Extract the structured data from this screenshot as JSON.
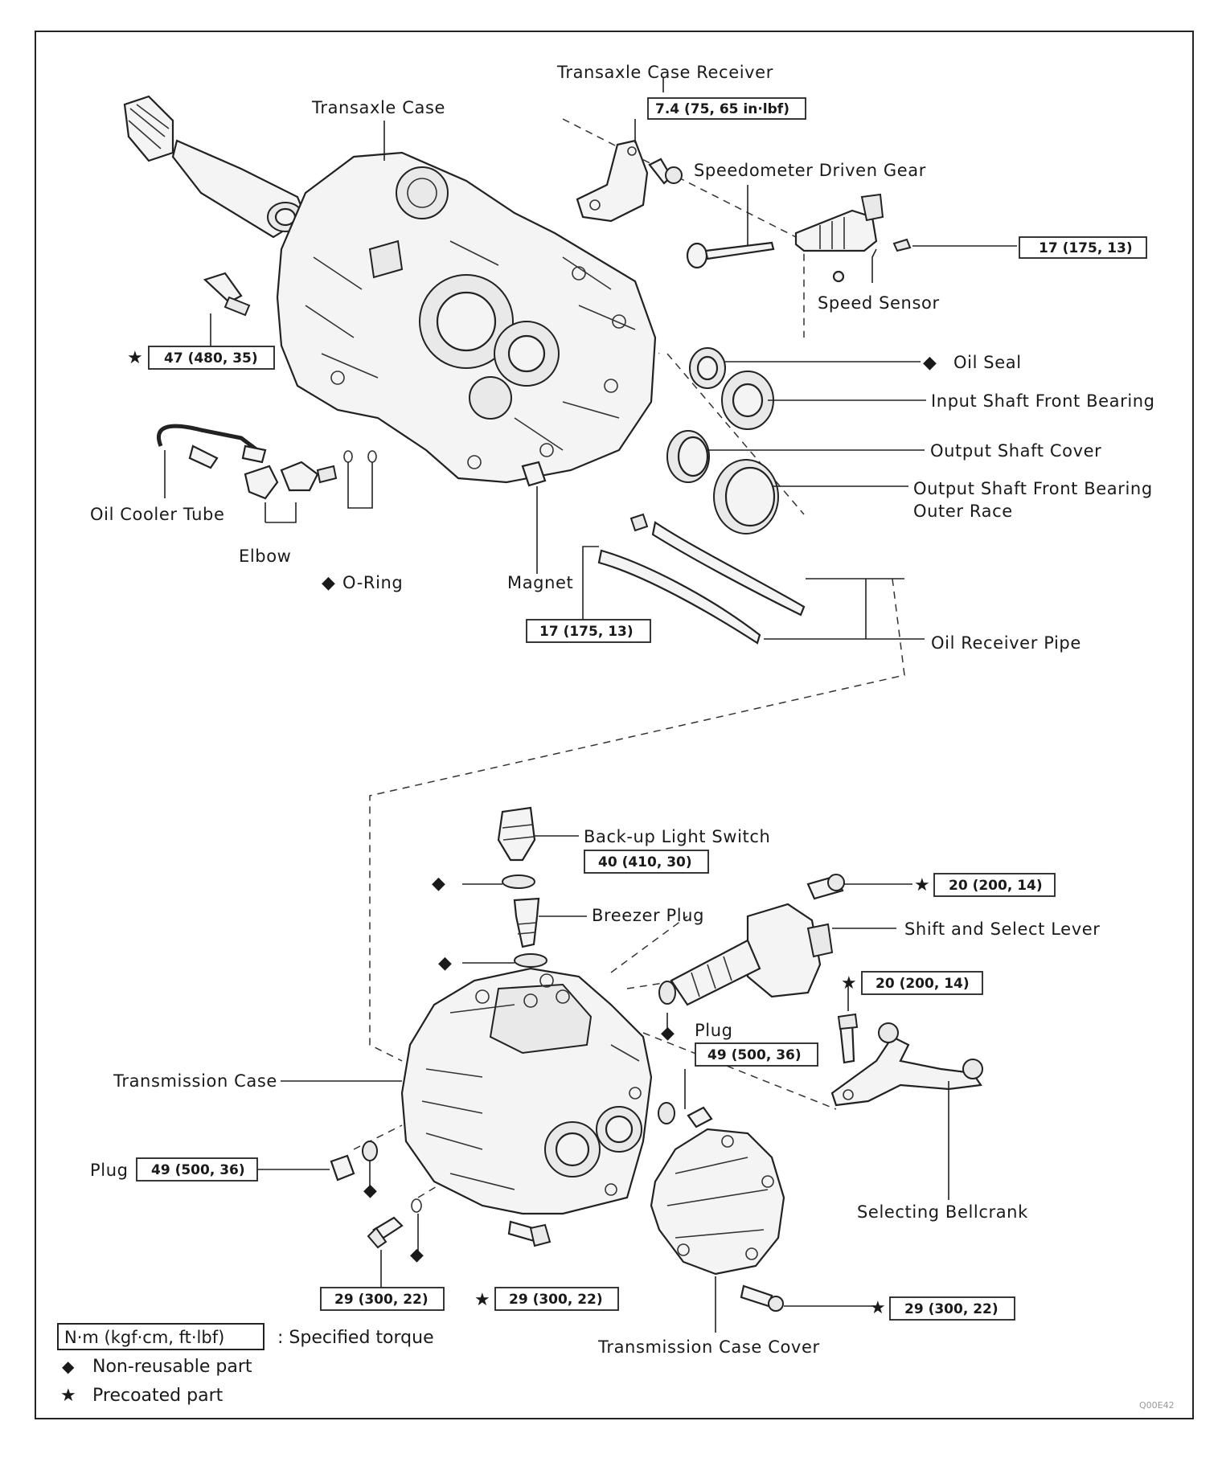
{
  "labels": {
    "transaxle_case_receiver": "Transaxle Case Receiver",
    "transaxle_case": "Transaxle Case",
    "speedometer_driven_gear": "Speedometer Driven Gear",
    "speed_sensor": "Speed Sensor",
    "oil_seal": "Oil Seal",
    "input_shaft_front_bearing": "Input Shaft Front Bearing",
    "output_shaft_cover": "Output Shaft Cover",
    "output_shaft_front_bearing_line1": "Output Shaft Front Bearing",
    "output_shaft_front_bearing_line2": "Outer Race",
    "oil_cooler_tube": "Oil Cooler Tube",
    "elbow": "Elbow",
    "o_ring": "O-Ring",
    "magnet": "Magnet",
    "oil_receiver_pipe": "Oil Receiver Pipe",
    "backup_light_switch": "Back-up Light Switch",
    "breezer_plug": "Breezer Plug",
    "shift_and_select_lever": "Shift and Select Lever",
    "plug_right": "Plug",
    "transmission_case": "Transmission Case",
    "plug_left": "Plug",
    "selecting_bellcrank": "Selecting Bellcrank",
    "transmission_case_cover": "Transmission Case Cover"
  },
  "torques": {
    "case_receiver": "7.4 (75, 65 in·lbf)",
    "speed_sensor_bolt": "17 (175, 13)",
    "transaxle_case_bolt": "47 (480, 35)",
    "oil_receiver_pipe": "17 (175, 13)",
    "backup_light_switch": "40 (410, 30)",
    "shift_lever_upper": "20 (200, 14)",
    "shift_lever_lower": "20 (200, 14)",
    "plug_right": "49 (500, 36)",
    "plug_left": "49 (500, 36)",
    "case_bolt_left": "29 (300, 22)",
    "case_bolt_mid": "29 (300, 22)",
    "case_cover_bolt": "29 (300, 22)"
  },
  "legend": {
    "unit_box": "N·m (kgf·cm, ft·lbf)",
    "unit_desc": ":  Specified torque",
    "non_reusable": "Non-reusable part",
    "precoated": "Precoated part"
  },
  "symbols": {
    "non_reusable": "◆",
    "precoated": "★"
  },
  "footer_code": "Q00E42"
}
